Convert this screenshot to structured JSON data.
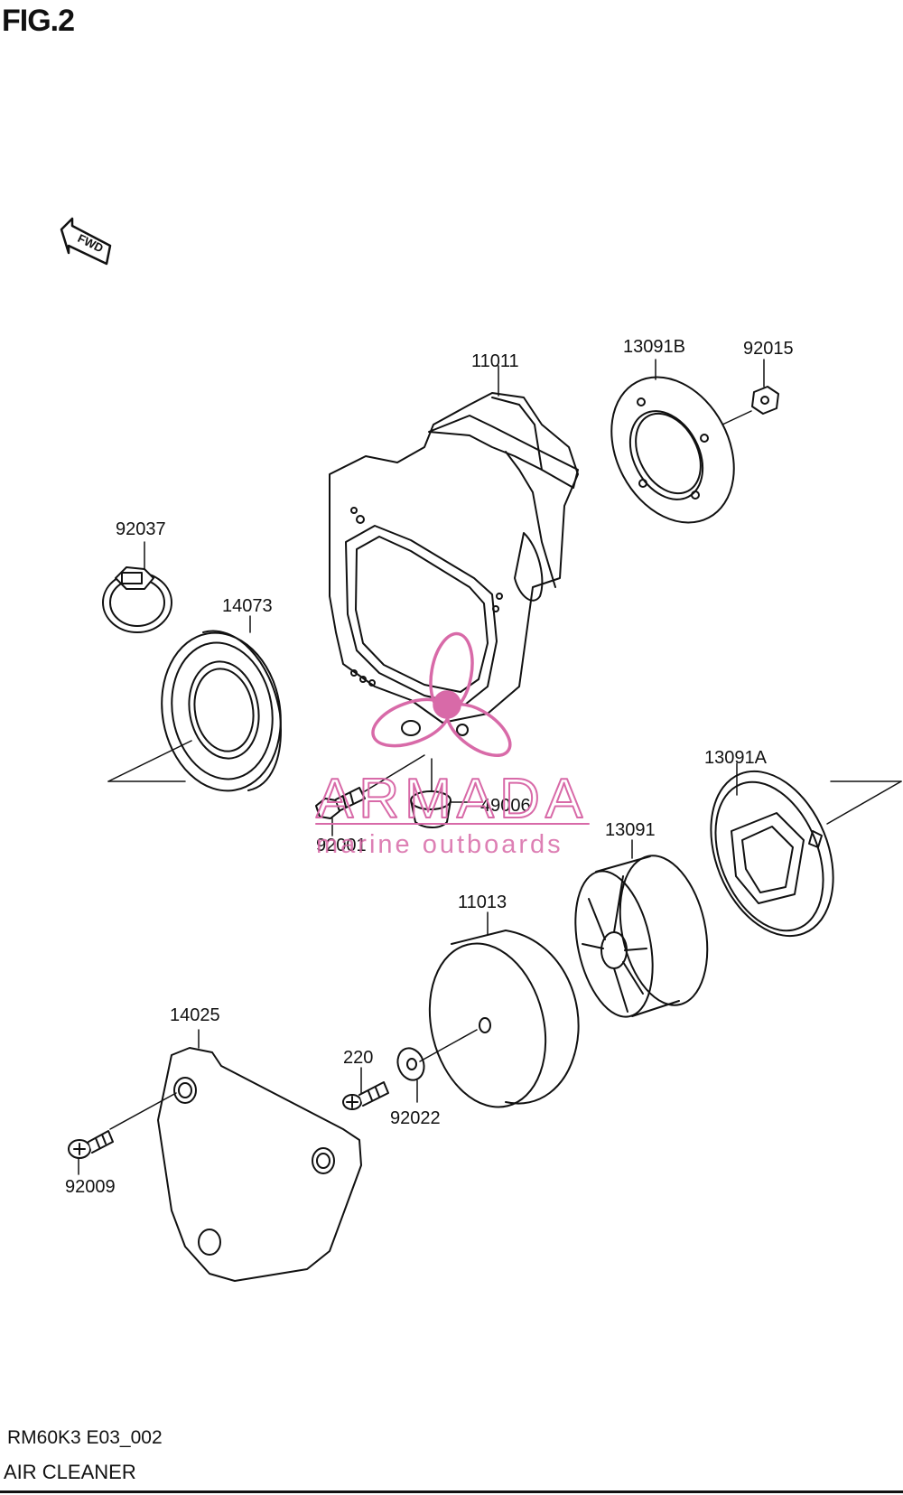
{
  "figure": {
    "title": "FIG.2"
  },
  "footer": {
    "code": "RM60K3 E03_002",
    "name": "AIR CLEANER"
  },
  "fwd_label": "FWD",
  "watermark": {
    "brand": "ARMADA",
    "tagline": "marine outboards",
    "color": "#d86aa8"
  },
  "parts": [
    {
      "id": "11011"
    },
    {
      "id": "13091B"
    },
    {
      "id": "92015"
    },
    {
      "id": "92037"
    },
    {
      "id": "14073"
    },
    {
      "id": "13091A"
    },
    {
      "id": "49006"
    },
    {
      "id": "92001"
    },
    {
      "id": "13091"
    },
    {
      "id": "11013"
    },
    {
      "id": "14025"
    },
    {
      "id": "220"
    },
    {
      "id": "92022"
    },
    {
      "id": "92009"
    }
  ]
}
